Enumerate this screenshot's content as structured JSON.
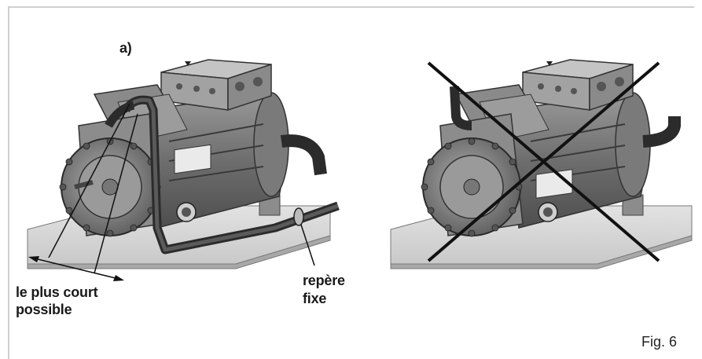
{
  "labels": {
    "tag_a": "a)",
    "shortest_line1": "le plus court",
    "shortest_line2": "possible",
    "fixed_line1": "repère",
    "fixed_line2": "fixe",
    "figure": "Fig. 6"
  }
}
